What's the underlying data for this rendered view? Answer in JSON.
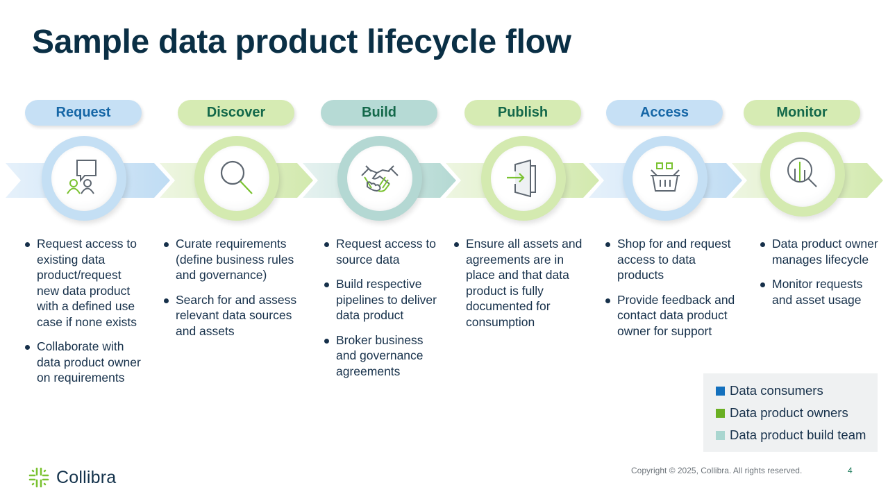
{
  "title": "Sample data product lifecycle flow",
  "colors": {
    "consumer_light": "#c6e0f5",
    "consumer_text": "#1566a6",
    "owner_light": "#d6ebb3",
    "owner_text": "#13684a",
    "build_light": "#b6dad5",
    "build_text": "#13684a",
    "icon_gray": "#5d6670",
    "icon_green": "#7ac230"
  },
  "stages": [
    {
      "label": "Request",
      "icon": "request-people-chat-icon",
      "role": "Data consumers",
      "bullets": [
        "Request access to existing data product/request new data product with a defined use case if none exists",
        "Collaborate with data product owner on requirements"
      ]
    },
    {
      "label": "Discover",
      "icon": "search-magnifier-icon",
      "role": "Data product owners",
      "bullets": [
        "Curate requirements (define business rules and governance)",
        "Search for and assess relevant data sources and assets"
      ]
    },
    {
      "label": "Build",
      "icon": "handshake-icon",
      "role": "Data product build team",
      "bullets": [
        "Request access to source data",
        "Build respective pipelines to deliver data product",
        "Broker business and governance agreements"
      ]
    },
    {
      "label": "Publish",
      "icon": "door-enter-icon",
      "role": "Data product owners",
      "bullets": [
        "Ensure all assets and agreements are in place and that data product is fully documented for consumption"
      ]
    },
    {
      "label": "Access",
      "icon": "shopping-basket-icon",
      "role": "Data consumers",
      "bullets": [
        "Shop for and request access to data products",
        "Provide feedback and contact data product owner for support"
      ]
    },
    {
      "label": "Monitor",
      "icon": "analytics-search-icon",
      "role": "Data product owners",
      "bullets": [
        "Data product owner manages lifecycle",
        "Monitor requests and asset usage"
      ]
    }
  ],
  "legend": [
    {
      "label": "Data consumers",
      "color": "#1370bd"
    },
    {
      "label": "Data product owners",
      "color": "#6ab023"
    },
    {
      "label": "Data product build team",
      "color": "#a9d6d0"
    }
  ],
  "footer": {
    "brand": "Collibra",
    "copyright": "Copyright © 2025, Collibra. All rights reserved.",
    "page_number": "4"
  }
}
